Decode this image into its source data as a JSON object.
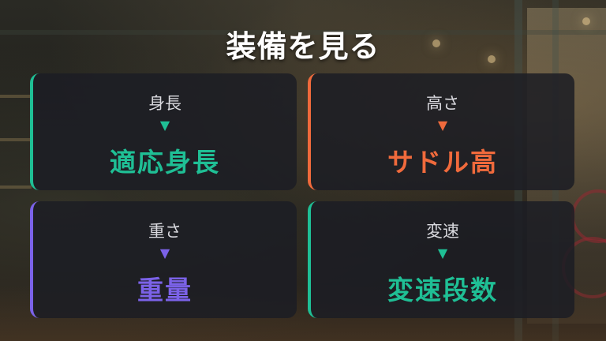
{
  "title": "装備を見る",
  "colors": {
    "teal": "#1fbf95",
    "orange": "#f06a3c",
    "purple": "#7b62e8"
  },
  "cards": [
    {
      "label": "身長",
      "arrow": "▼",
      "value": "適応身長",
      "color": "#1fbf95"
    },
    {
      "label": "高さ",
      "arrow": "▼",
      "value": "サドル高",
      "color": "#f06a3c"
    },
    {
      "label": "重さ",
      "arrow": "▼",
      "value": "重量",
      "color": "#7b62e8"
    },
    {
      "label": "変速",
      "arrow": "▼",
      "value": "変速段数",
      "color": "#1fbf95"
    }
  ]
}
